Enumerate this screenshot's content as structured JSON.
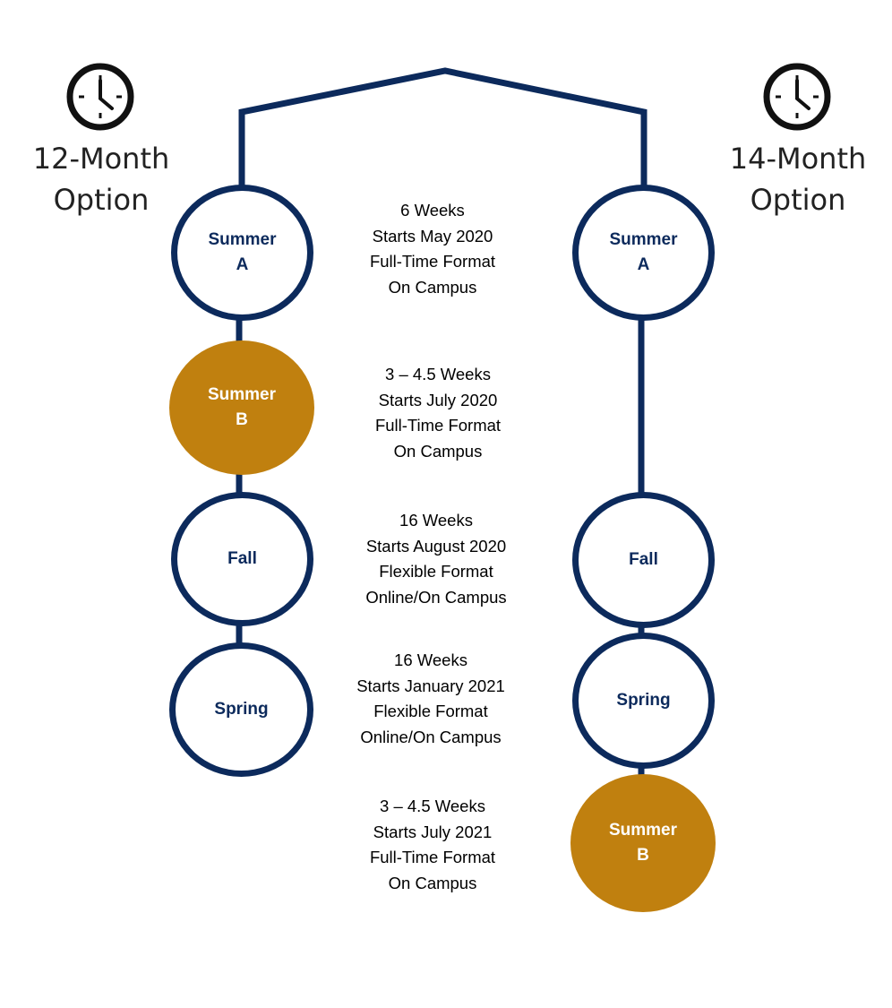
{
  "colors": {
    "navy": "#0c2a5c",
    "gold": "#c0800f",
    "text": "#000000"
  },
  "options": {
    "twelve_month": {
      "line1": "12-Month",
      "line2": "Option",
      "icon": "clock-icon"
    },
    "fourteen_month": {
      "line1": "14-Month",
      "line2": "Option",
      "icon": "clock-icon"
    }
  },
  "twelve_month_terms": [
    {
      "label": "Summer\nA",
      "style": "outline"
    },
    {
      "label": "Summer\nB",
      "style": "filled-gold"
    },
    {
      "label": "Fall",
      "style": "outline"
    },
    {
      "label": "Spring",
      "style": "outline"
    }
  ],
  "fourteen_month_terms": [
    {
      "label": "Summer\nA",
      "style": "outline"
    },
    {
      "label": "Fall",
      "style": "outline"
    },
    {
      "label": "Spring",
      "style": "outline"
    },
    {
      "label": "Summer\nB",
      "style": "filled-gold"
    }
  ],
  "term_details": [
    {
      "duration": "6 Weeks",
      "start": "Starts May 2020",
      "format": "Full-Time Format",
      "location": "On Campus"
    },
    {
      "duration": "3 – 4.5 Weeks",
      "start": "Starts July 2020",
      "format": "Full-Time Format",
      "location": "On Campus"
    },
    {
      "duration": "16 Weeks",
      "start": "Starts August 2020",
      "format": "Flexible Format",
      "location": "Online/On Campus"
    },
    {
      "duration": "16 Weeks",
      "start": "Starts January 2021",
      "format": "Flexible Format",
      "location": "Online/On Campus"
    },
    {
      "duration": "3 – 4.5 Weeks",
      "start": "Starts July 2021",
      "format": "Full-Time Format",
      "location": "On Campus"
    }
  ]
}
